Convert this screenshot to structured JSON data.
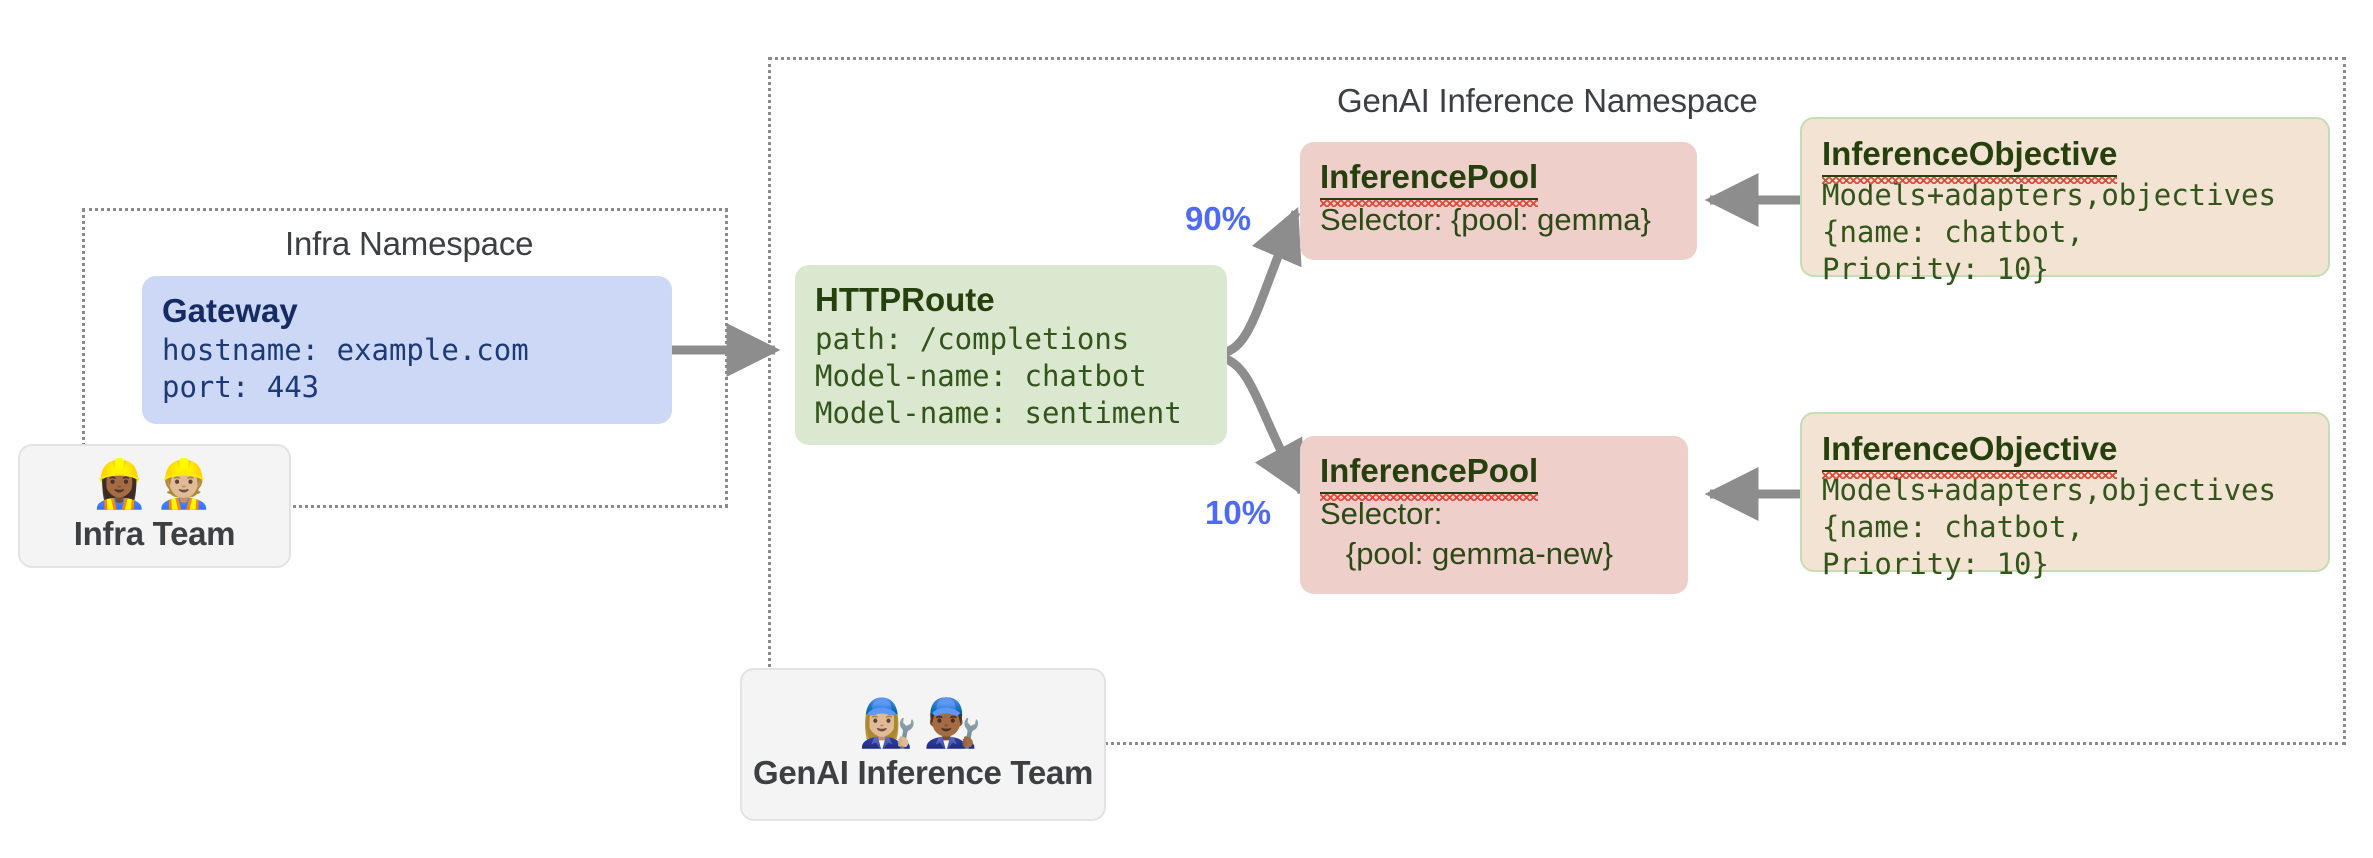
{
  "namespaces": [
    {
      "id": "infra",
      "title": "Infra Namespace"
    },
    {
      "id": "genai",
      "title": "GenAI Inference Namespace"
    }
  ],
  "gateway": {
    "title": "Gateway",
    "lines": [
      "hostname: example.com",
      "port: 443"
    ]
  },
  "httproute": {
    "title": "HTTPRoute",
    "lines": [
      "path: /completions",
      "Model-name: chatbot",
      "Model-name: sentiment"
    ]
  },
  "pools": [
    {
      "id": "pool-gemma",
      "title": "InferencePool",
      "lines": [
        "Selector: {pool: gemma}"
      ],
      "weight": "90%"
    },
    {
      "id": "pool-gemma-new",
      "title": "InferencePool",
      "lines": [
        "Selector:",
        "   {pool: gemma-new}"
      ],
      "weight": "10%"
    }
  ],
  "objectives": [
    {
      "id": "objective-top",
      "title": "InferenceObjective",
      "lines": [
        "Models+adapters,objectives",
        "{name: chatbot,",
        "Priority: 10}"
      ]
    },
    {
      "id": "objective-bottom",
      "title": "InferenceObjective",
      "lines": [
        "Models+adapters,objectives",
        "{name: chatbot,",
        "Priority: 10}"
      ]
    }
  ],
  "teams": [
    {
      "id": "infra-team",
      "label": "Infra Team",
      "faces": "👷🏾‍♀️👷🏼",
      "icon_names": [
        "construction-worker-woman-icon",
        "construction-worker-man-icon"
      ]
    },
    {
      "id": "genai-team",
      "label": "GenAI Inference Team",
      "faces": "👩🏼‍🔧👨🏾‍🔧",
      "icon_names": [
        "mechanic-woman-icon",
        "mechanic-man-icon"
      ]
    }
  ],
  "colors": {
    "gateway_bg": "#ccd8f5",
    "httproute_bg": "#dbe8d0",
    "pool_bg": "#eecfca",
    "objective_bg": "#f3e3d3",
    "objective_border": "#c5ddb4",
    "arrow": "#8d8d8d",
    "weight_label": "#4f6bf5",
    "namespace_border": "#8a8a8a",
    "team_bg": "#f4f4f4",
    "spellcheck_underline": "#e04b3c"
  }
}
